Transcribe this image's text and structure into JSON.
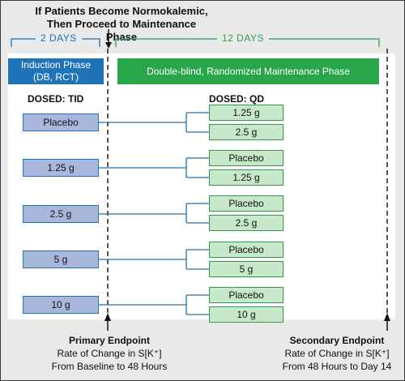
{
  "header": {
    "line1": "If Patients Become Normokalemic,",
    "line2": "Then Proceed to Maintenance Phase"
  },
  "durations": {
    "induction": "2 DAYS",
    "maintenance": "12 DAYS"
  },
  "phases": {
    "induction_line1": "Induction Phase",
    "induction_line2": "(DB, RCT)",
    "maintenance": "Double-blind, Randomized Maintenance Phase"
  },
  "dosing": {
    "induction": "DOSED: TID",
    "maintenance": "DOSED: QD"
  },
  "arms": [
    {
      "induction": "Placebo",
      "maintenance": [
        "1.25 g",
        "2.5 g"
      ]
    },
    {
      "induction": "1.25 g",
      "maintenance": [
        "Placebo",
        "1.25 g"
      ]
    },
    {
      "induction": "2.5 g",
      "maintenance": [
        "Placebo",
        "2.5 g"
      ]
    },
    {
      "induction": "5 g",
      "maintenance": [
        "Placebo",
        "5 g"
      ]
    },
    {
      "induction": "10 g",
      "maintenance": [
        "Placebo",
        "10 g"
      ]
    }
  ],
  "endpoints": {
    "primary": {
      "title": "Primary Endpoint",
      "line1": "Rate of Change in S[K⁺]",
      "line2": "From Baseline to 48 Hours"
    },
    "secondary": {
      "title": "Secondary Endpoint",
      "line1": "Rate of Change in S[K⁺]",
      "line2": "From 48 Hours to Day 14"
    }
  },
  "colors": {
    "induction_blue": "#1f73b7",
    "maintenance_green": "#29a54a",
    "induction_box": "#a9b7dc",
    "maintenance_box": "#c7e9c9"
  }
}
